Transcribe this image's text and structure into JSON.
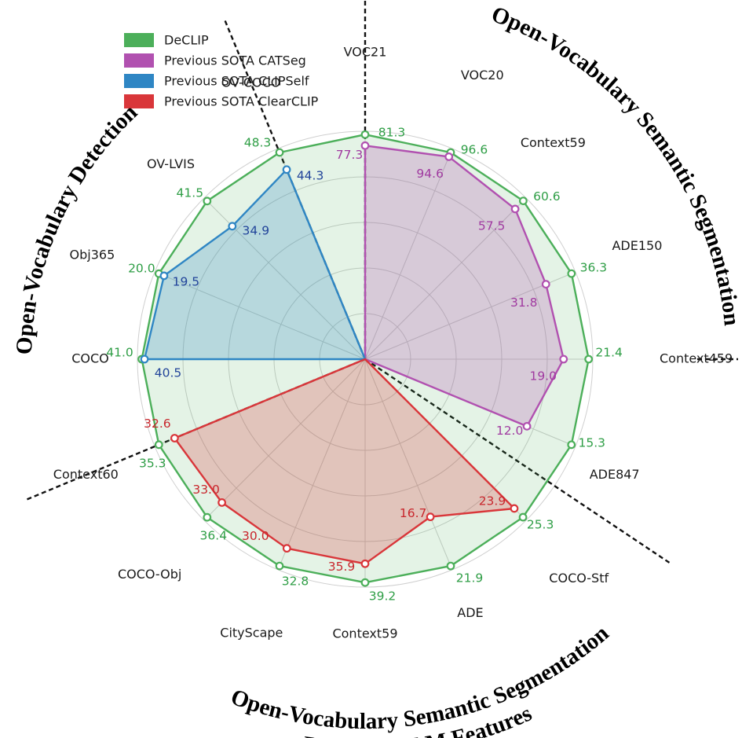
{
  "chart_data": {
    "type": "radar",
    "axes": [
      "VOC21",
      "VOC20",
      "Context59",
      "ADE150",
      "Context459",
      "ADE847",
      "COCO-Stf",
      "ADE",
      "Context59",
      "CityScape",
      "COCO-Obj",
      "Context60",
      "COCO",
      "Obj365",
      "OV-LVIS",
      "OV-COCO"
    ],
    "series": [
      {
        "name": "DeCLIP",
        "color": "#4caf5a",
        "values": [
          81.3,
          96.6,
          60.6,
          36.3,
          21.4,
          15.3,
          25.3,
          21.9,
          39.2,
          32.8,
          36.4,
          35.3,
          41.0,
          20.0,
          41.5,
          48.3
        ],
        "labels": [
          "81.3",
          "96.6",
          "60.6",
          "36.3",
          "21.4",
          "15.3",
          "25.3",
          "21.9",
          "39.2",
          "32.8",
          "36.4",
          "35.3",
          "41.0",
          "20.0",
          "41.5",
          "48.3"
        ]
      },
      {
        "name": "Previous SOTA CATSeg",
        "color": "#b151b0",
        "values": [
          77.3,
          94.6,
          57.5,
          31.8,
          19.0,
          12.0
        ],
        "labels": [
          "77.3",
          "94.6",
          "57.5",
          "31.8",
          "19.0",
          "12.0"
        ]
      },
      {
        "name": "Previous SOTA CLIPSelf",
        "color": "#2f86c4",
        "values": [
          40.5,
          19.5,
          34.9,
          44.3
        ],
        "labels": [
          "40.5",
          "19.5",
          "34.9",
          "44.3"
        ]
      },
      {
        "name": "Previous SOTA ClearCLIP",
        "color": "#d9363a",
        "values": [
          23.9,
          16.7,
          35.9,
          30.0,
          33.0,
          32.6
        ],
        "labels": [
          "23.9",
          "16.7",
          "35.9",
          "30.0",
          "33.0",
          "32.6"
        ]
      }
    ],
    "legend_position": "top-left",
    "grid": true
  },
  "regions": {
    "semantic_segmentation": "Open-Vocabulary Semantic Segmentation",
    "vlm_features_line1": "Open-Vocabulary Semantic Segmentation",
    "vlm_features_line2": "Based on VLM Features",
    "detection": "Open-Vocabulary Detection"
  }
}
